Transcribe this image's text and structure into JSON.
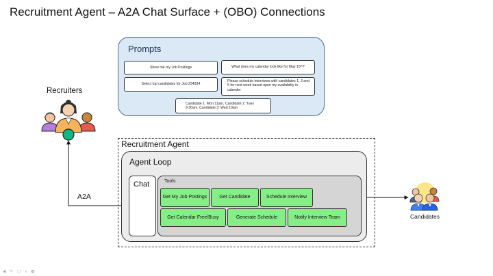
{
  "title": "Recruitment Agent – A2A Chat Surface + (OBO) Connections",
  "prompts": {
    "title": "Prompts",
    "items": [
      "Show me my Job Postings",
      "What does my calendar look like for May 15ᵗʰ?",
      "Select top candidates for Job 234334",
      "Please schedule interviews with candidates 1, 3 and 5 for next week based upon my availability in calender",
      "Candidate 1: Mon 11am, Candidate 2: Tues 9:30am, Candidate 3: Wed 10am"
    ]
  },
  "recruiters": {
    "label": "Recruiters"
  },
  "a2a": {
    "label": "A2A"
  },
  "agent": {
    "title": "Recruitment Agent",
    "loop_title": "Agent Loop",
    "chat_label": "Chat",
    "tools_label": "Tools",
    "tools": [
      "Get My Job Postings",
      "Get Candidate",
      "Schedule Interview",
      "Get Calendar Free/Busy",
      "Generate Schedule",
      "Notify Interview Team"
    ]
  },
  "candidates": {
    "label": "Candidates"
  },
  "colors": {
    "prompts_fill": "#dbe9f6",
    "tool_fill": "#86ee86",
    "loop_fill": "#ececec",
    "tools_fill": "#d5d5d5",
    "connector": "#10b981"
  }
}
